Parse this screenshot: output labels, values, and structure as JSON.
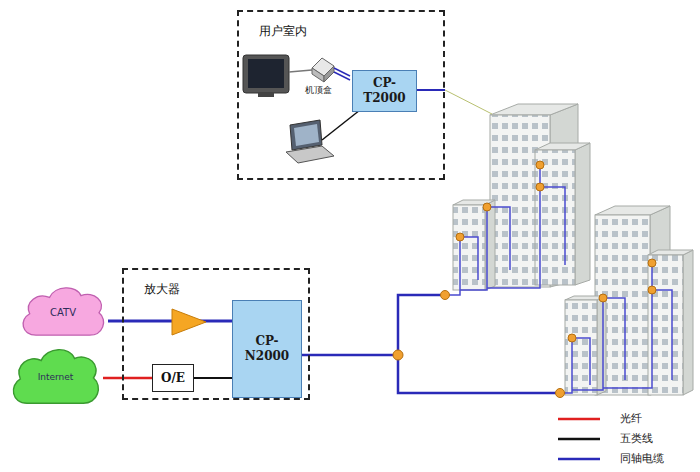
{
  "diagram": {
    "nodes": [
      {
        "text": [
          "用户室内"
        ]
      },
      {
        "text": [
          "CP- T2000"
        ],
        "in": 0
      },
      {
        "text": [
          "CATV"
        ]
      },
      {
        "text": [
          "放大器"
        ]
      },
      {
        "text": [
          "CP- N2000"
        ],
        "in": 3
      },
      {
        "text": [
          "Internet"
        ]
      },
      {
        "text": [
          "O/E"
        ],
        "in": 3
      }
    ],
    "edges": [
      {
        "from": 2,
        "to": 4,
        "arrow": "none"
      },
      {
        "from": 5,
        "to": 6,
        "arrow": "none"
      },
      {
        "from": 6,
        "to": 4,
        "arrow": "none"
      }
    ],
    "labels": [
      "机顶盒"
    ],
    "legend": [
      {
        "text": "光纤"
      },
      {
        "text": "五类线"
      },
      {
        "text": "同轴电缆"
      }
    ]
  }
}
